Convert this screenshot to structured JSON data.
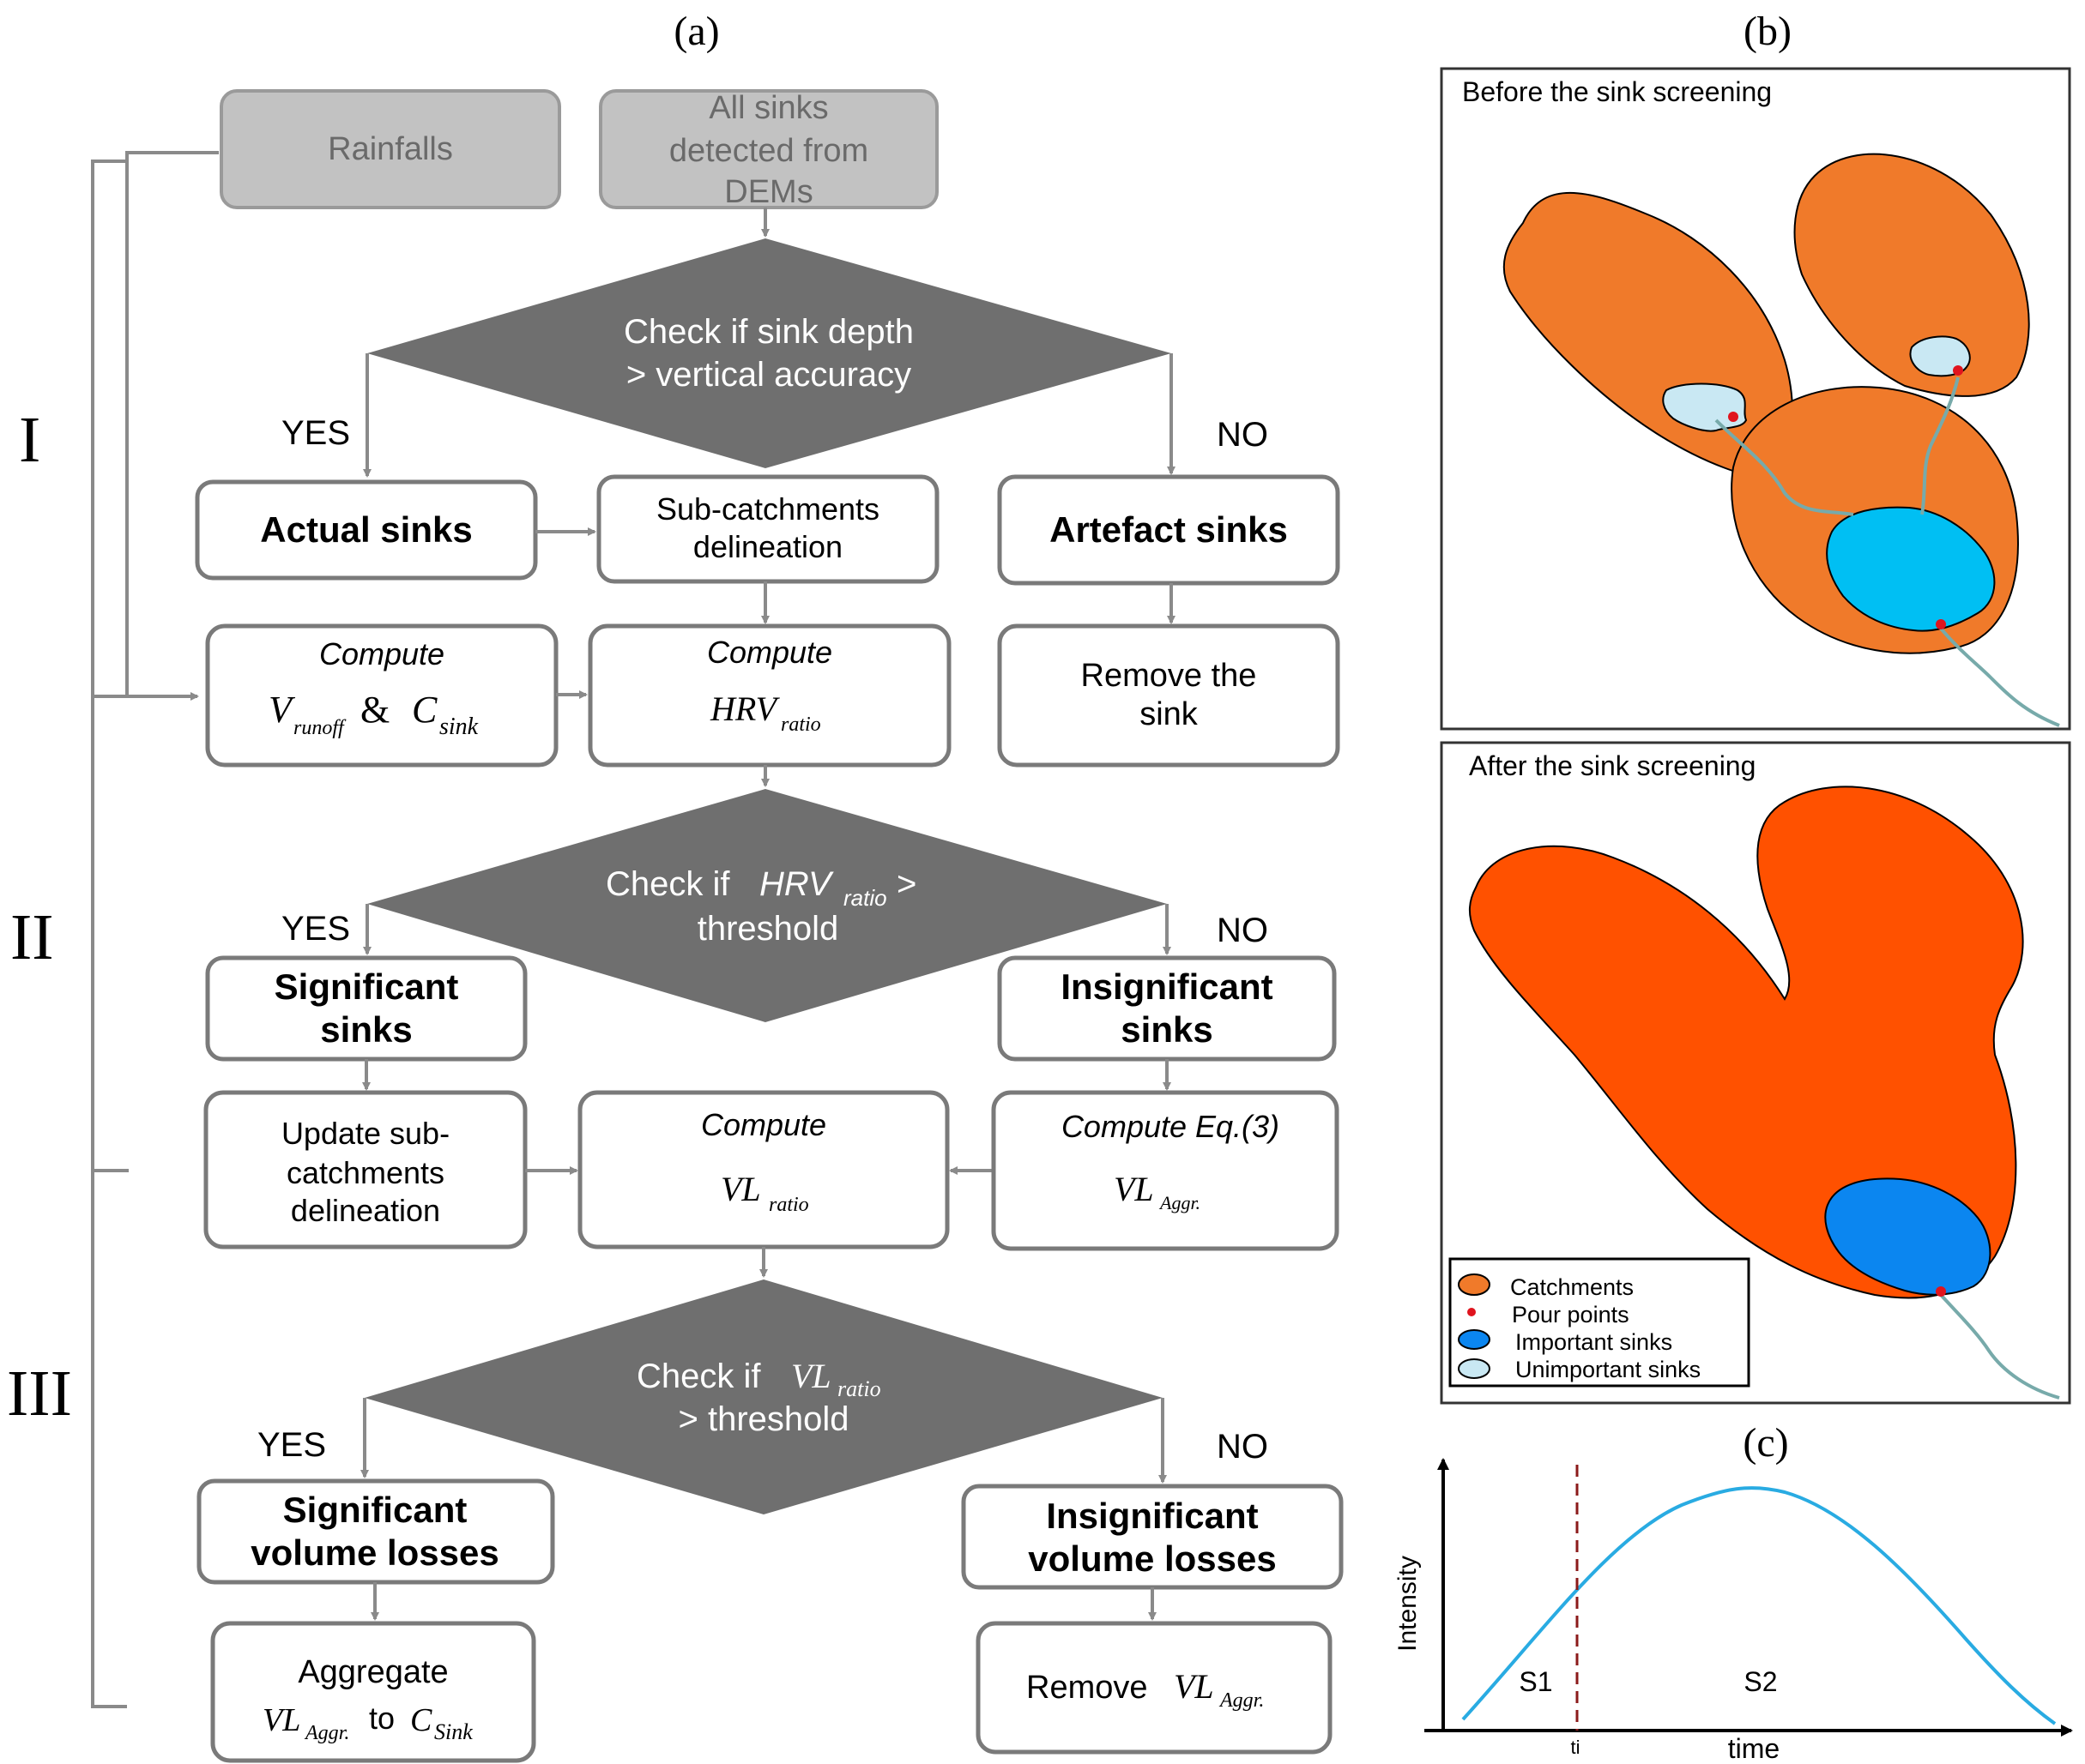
{
  "panels": {
    "a": "(a)",
    "b": "(b)",
    "c": "(c)"
  },
  "stages": {
    "s1": "I",
    "s2": "II",
    "s3": "III"
  },
  "inputs": {
    "rainfalls": "Rainfalls",
    "sinks_line1": "All sinks",
    "sinks_line2": "detected from",
    "sinks_line3": "DEMs"
  },
  "decisions": {
    "d1_line1": "Check if sink depth",
    "d1_line2": "> vertical accuracy",
    "d2_pre": "Check if ",
    "d2_var": "HRV",
    "d2_sub": "ratio",
    "d2_post": " >",
    "d2_line2": "threshold",
    "d3_pre": "Check if ",
    "d3_var": "VL",
    "d3_sub": "ratio",
    "d3_line2": "> threshold"
  },
  "branch_labels": {
    "yes1": "YES",
    "no1": "NO",
    "yes2": "YES",
    "no2": "NO",
    "yes3": "YES",
    "no3": "NO"
  },
  "stage1": {
    "actual_sinks": "Actual sinks",
    "subcatch_line1": "Sub-catchments",
    "subcatch_line2": "delineation",
    "artefact_sinks": "Artefact sinks",
    "compute1_title": "Compute",
    "compute1_v": "V",
    "compute1_v_sub": "runoff",
    "compute1_amp": "&",
    "compute1_c": "C",
    "compute1_c_sub": "sink",
    "compute2_title": "Compute",
    "compute2_var": "HRV",
    "compute2_sub": "ratio",
    "remove_line1": "Remove the",
    "remove_line2": "sink"
  },
  "stage2": {
    "sig_line1": "Significant",
    "sig_line2": "sinks",
    "insig_line1": "Insignificant",
    "insig_line2": "sinks",
    "update_line1": "Update sub-",
    "update_line2": "catchments",
    "update_line3": "delineation",
    "compute3_title": "Compute",
    "compute3_var": "VL",
    "compute3_sub": "ratio",
    "compute4_title": "Compute Eq.(3)",
    "compute4_var": "VL",
    "compute4_sub": "Aggr."
  },
  "stage3": {
    "sigvol_line1": "Significant",
    "sigvol_line2": "volume losses",
    "insigvol_line1": "Insignificant",
    "insigvol_line2": "volume losses",
    "aggregate_line1": "Aggregate",
    "aggregate_var": "VL",
    "aggregate_sub": "Aggr.",
    "aggregate_to": " to ",
    "aggregate_c": "C",
    "aggregate_c_sub": "Sink",
    "remove_pre": "Remove ",
    "remove_var": "VL",
    "remove_sub": "Aggr."
  },
  "panel_b": {
    "before_title": "Before the sink screening",
    "after_title": "After the sink screening",
    "legend": [
      "Catchments",
      "Pour points",
      "Important sinks",
      "Unimportant sinks"
    ],
    "colors": {
      "catchment_before": "#f07a2a",
      "catchment_after": "#ff5100",
      "important_sink_before": "#00bff3",
      "important_sink_after": "#0b86f0",
      "unimportant_sink": "#c9e8f3",
      "pour_point": "#e0141e"
    }
  },
  "panel_c": {
    "ylabel": "Intensity",
    "xlabel": "time",
    "tick": "ti",
    "s1": "S1",
    "s2": "S2",
    "curve_color": "#29abe2",
    "line_color": "#8b1a1a"
  }
}
